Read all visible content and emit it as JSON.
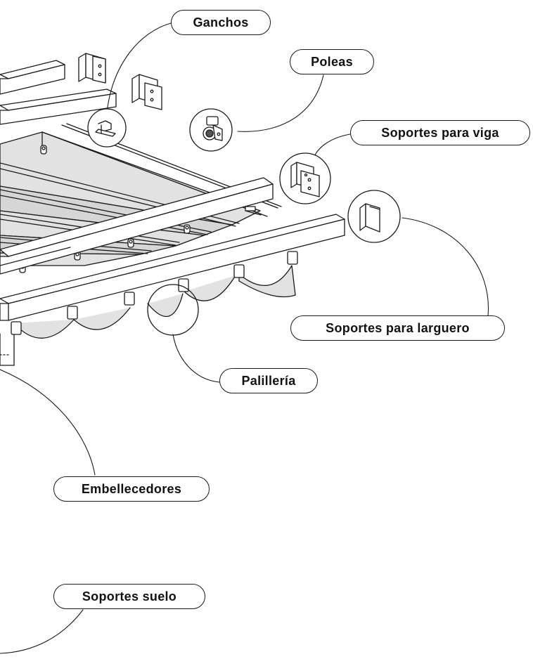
{
  "labels": {
    "ganchos": "Ganchos",
    "poleas": "Poleas",
    "soportes_viga": "Soportes para viga",
    "soportes_larguero": "Soportes para larguero",
    "palilleria": "Palillería",
    "embellecedores": "Embellecedores",
    "soportes_suelo": "Soportes suelo"
  },
  "colors": {
    "line": "#1a1a1a",
    "fabric": "#e2e2e2",
    "background": "#ffffff"
  }
}
